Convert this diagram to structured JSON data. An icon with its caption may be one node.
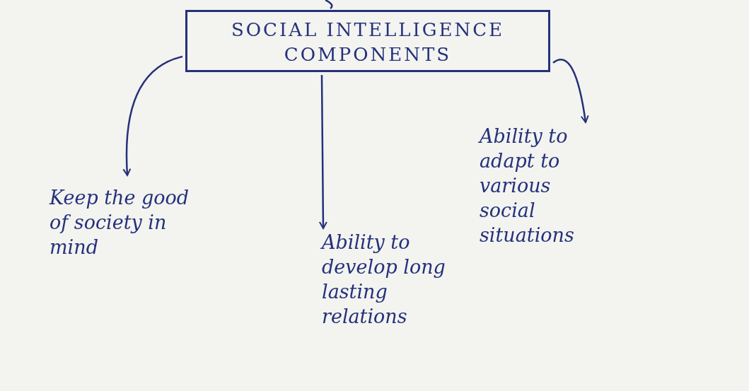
{
  "diagram": {
    "nodes": [
      {
        "text": [
          "SOCIAL INTELLIGENCE COMPONENTS"
        ]
      },
      {
        "text": [
          "Keep the good of society in mind"
        ]
      },
      {
        "text": [
          "Ability to develop long lasting relations"
        ]
      },
      {
        "text": [
          "Ability to adapt to various social situations"
        ]
      }
    ],
    "edges": [
      {
        "from": null,
        "to": 0,
        "arrow": "none"
      },
      {
        "from": 0,
        "to": 1,
        "arrow": "to"
      },
      {
        "from": 0,
        "to": 2,
        "arrow": "to"
      },
      {
        "from": 0,
        "to": 3,
        "arrow": "to"
      }
    ]
  }
}
